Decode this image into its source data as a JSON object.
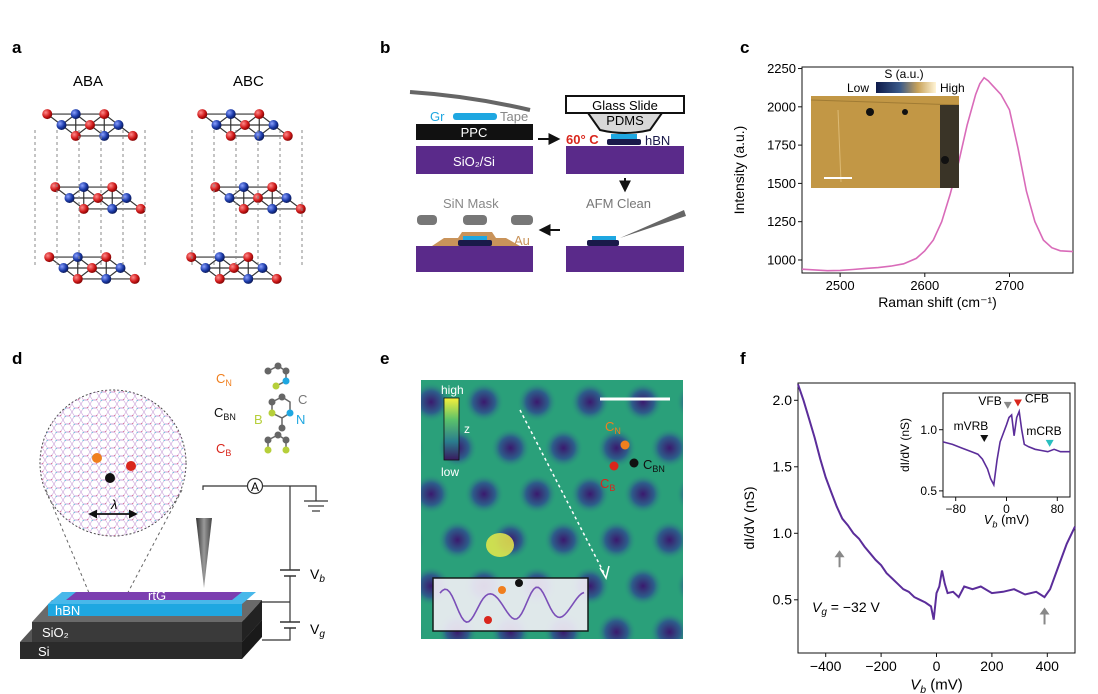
{
  "panel_letters": {
    "a": "a",
    "b": "b",
    "c": "c",
    "d": "d",
    "e": "e",
    "f": "f"
  },
  "panel_a": {
    "stack_left": "ABA",
    "stack_right": "ABC"
  },
  "panel_b": {
    "gr": "Gr",
    "tape": "Tape",
    "ppc": "PPC",
    "substrate": "SiO₂/Si",
    "glass": "Glass Slide",
    "pdms": "PDMS",
    "temp": "60° C",
    "hbn": "hBN",
    "afm": "AFM Clean",
    "mask": "SiN Mask",
    "au": "Au"
  },
  "panel_c_inset": {
    "colorbar_label": "S (a.u.)",
    "low": "Low",
    "high": "High"
  },
  "panel_d": {
    "c_n": "C",
    "c_n_sub": "N",
    "c_bn": "C",
    "c_bn_sub": "BN",
    "c_b": "C",
    "c_b_sub": "B",
    "mol_c": "C",
    "mol_b": "B",
    "mol_n": "N",
    "lambda": "λ",
    "ammeter": "A",
    "vb": "V",
    "vb_sub": "b",
    "vg": "V",
    "vg_sub": "g",
    "rtg": "rtG",
    "hbn": "hBN",
    "sio2": "SiO₂",
    "si": "Si"
  },
  "panel_e": {
    "high": "high",
    "low": "low",
    "z": "z",
    "c_n": "C",
    "c_n_sub": "N",
    "c_bn": "C",
    "c_bn_sub": "BN",
    "c_b": "C",
    "c_b_sub": "B"
  },
  "panel_f_labels": {
    "vg_note": "V",
    "vg_sub": "g",
    "vg_value": " = −32 V"
  },
  "colors": {
    "raman": "#d96bb9",
    "didv": "#5b2d9a",
    "orange": "#f07f1e",
    "red": "#d9261c",
    "purple_layer": "#5a2a8a",
    "blue_layer": "#1ea7e1"
  },
  "chart_data": [
    {
      "type": "line",
      "id": "c",
      "title": "",
      "xlabel": "Raman shift (cm⁻¹)",
      "ylabel": "Intensity (a.u.)",
      "xlim": [
        2455,
        2775
      ],
      "ylim": [
        915,
        2260
      ],
      "xticks": [
        2500,
        2600,
        2700
      ],
      "yticks": [
        1000,
        1250,
        1500,
        1750,
        2000,
        2250
      ],
      "series": [
        {
          "x": [
            2455,
            2470,
            2485,
            2500,
            2515,
            2530,
            2545,
            2560,
            2575,
            2590,
            2600,
            2610,
            2620,
            2630,
            2640,
            2650,
            2660,
            2665,
            2670,
            2675,
            2680,
            2690,
            2700,
            2710,
            2720,
            2730,
            2740,
            2750,
            2760,
            2775
          ],
          "y": [
            940,
            935,
            930,
            932,
            938,
            945,
            950,
            960,
            975,
            1010,
            1060,
            1130,
            1250,
            1430,
            1640,
            1880,
            2080,
            2150,
            2190,
            2170,
            2140,
            2080,
            1980,
            1730,
            1450,
            1250,
            1130,
            1080,
            1060,
            1055
          ]
        }
      ]
    },
    {
      "type": "line",
      "id": "f",
      "title": "",
      "xlabel": "V_b (mV)",
      "ylabel": "dI/dV (nS)",
      "xlim": [
        -500,
        500
      ],
      "ylim": [
        0.1,
        2.13
      ],
      "xticks": [
        -400,
        -200,
        0,
        200,
        400
      ],
      "yticks": [
        0.5,
        1.0,
        1.5,
        2.0
      ],
      "arrows_at_x": [
        -350,
        390
      ],
      "series": [
        {
          "x": [
            -500,
            -480,
            -460,
            -440,
            -420,
            -400,
            -380,
            -360,
            -340,
            -320,
            -300,
            -280,
            -260,
            -240,
            -220,
            -200,
            -180,
            -160,
            -140,
            -120,
            -100,
            -80,
            -60,
            -40,
            -20,
            -10,
            0,
            10,
            20,
            30,
            40,
            60,
            80,
            100,
            130,
            160,
            200,
            240,
            280,
            320,
            360,
            390,
            410,
            440,
            470,
            500
          ],
          "y": [
            2.12,
            2.0,
            1.86,
            1.72,
            1.56,
            1.42,
            1.31,
            1.2,
            1.11,
            1.06,
            1.0,
            0.96,
            0.9,
            0.85,
            0.8,
            0.76,
            0.7,
            0.66,
            0.62,
            0.58,
            0.56,
            0.52,
            0.5,
            0.48,
            0.45,
            0.35,
            0.55,
            0.6,
            0.72,
            0.62,
            0.55,
            0.56,
            0.52,
            0.6,
            0.58,
            0.6,
            0.55,
            0.56,
            0.58,
            0.54,
            0.56,
            0.52,
            0.58,
            0.75,
            0.92,
            1.05
          ]
        }
      ]
    },
    {
      "type": "line",
      "id": "f_inset",
      "title": "",
      "xlabel": "V_b (mV)",
      "ylabel": "dI/dV (nS)",
      "xlim": [
        -100,
        100
      ],
      "ylim": [
        0.45,
        1.3
      ],
      "xticks": [
        -80,
        0,
        80
      ],
      "yticks": [
        0.5,
        1.0
      ],
      "annotations": [
        {
          "label": "VFB",
          "x": 2
        },
        {
          "label": "CFB",
          "x": 18
        },
        {
          "label": "mVRB",
          "x": -35
        },
        {
          "label": "mCRB",
          "x": 68
        }
      ],
      "series": [
        {
          "x": [
            -100,
            -85,
            -70,
            -55,
            -45,
            -38,
            -30,
            -25,
            -20,
            -15,
            -10,
            -5,
            0,
            4,
            8,
            12,
            16,
            20,
            24,
            28,
            35,
            45,
            55,
            65,
            75,
            85,
            100
          ],
          "y": [
            0.9,
            0.88,
            0.85,
            0.82,
            0.8,
            0.76,
            0.68,
            0.6,
            0.55,
            0.75,
            0.9,
            0.97,
            1.04,
            1.1,
            1.12,
            0.95,
            1.1,
            1.15,
            1.0,
            0.88,
            0.86,
            0.84,
            0.83,
            0.82,
            0.84,
            0.82,
            0.82
          ]
        }
      ]
    }
  ]
}
